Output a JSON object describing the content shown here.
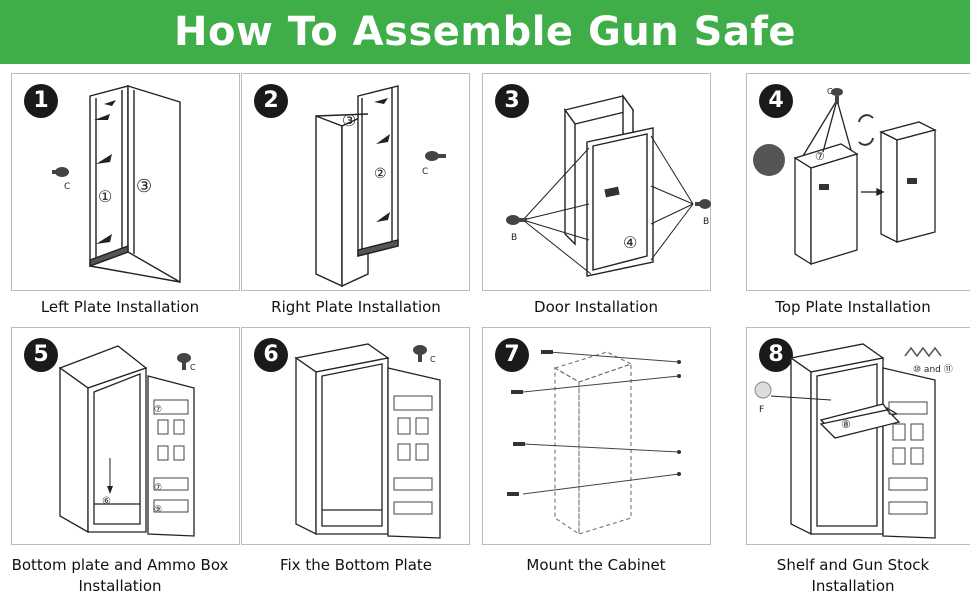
{
  "title": "How To Assemble Gun Safe",
  "steps": [
    {
      "number": "1",
      "caption": "Left Plate Installation"
    },
    {
      "number": "2",
      "caption": "Right Plate Installation"
    },
    {
      "number": "3",
      "caption": "Door Installation"
    },
    {
      "number": "4",
      "caption": "Top Plate Installation"
    },
    {
      "number": "5",
      "caption": "Bottom plate and Ammo Box Installation"
    },
    {
      "number": "6",
      "caption": "Fix the Bottom Plate"
    },
    {
      "number": "7",
      "caption": "Mount the Cabinet"
    },
    {
      "number": "8",
      "caption": "Shelf and Gun Stock Installation"
    }
  ],
  "labels": {
    "screw_c": "C",
    "screw_b": "B",
    "screw_f": "F",
    "part_1": "①",
    "part_2": "②",
    "part_3": "③",
    "part_4": "④",
    "part_6": "⑥",
    "part_7": "⑦",
    "part_8": "⑧",
    "part_9": "⑨",
    "parts_10_11": "⑩ and ⑪"
  },
  "colors": {
    "banner": "#3fae49",
    "banner_text": "#ffffff",
    "badge": "#1a1a1a"
  }
}
